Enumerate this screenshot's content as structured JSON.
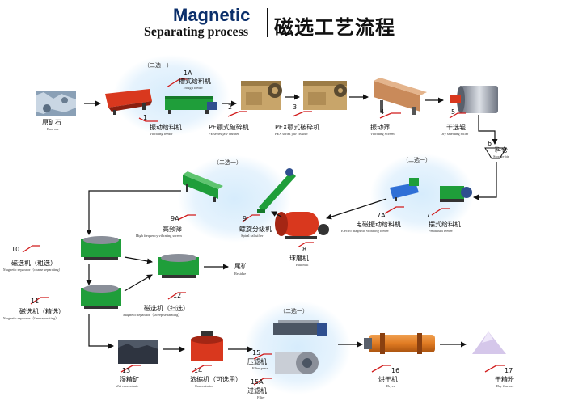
{
  "header": {
    "title_en_line1": "Magnetic",
    "title_en_line2": "Separating process",
    "title_cn": "磁选工艺流程"
  },
  "option_label": "（二选一）",
  "steps": {
    "raw_ore": {
      "cn": "原矿石",
      "en": "Raw ore"
    },
    "s1": {
      "num": "1",
      "cn": "振动给料机",
      "en": "Vibrating feeder"
    },
    "s1a": {
      "num": "1A",
      "cn": "槽式给料机",
      "en": "Trough feeder"
    },
    "s2": {
      "num": "2",
      "cn": "PE颚式破碎机",
      "en": "PE series jaw crusher"
    },
    "s3": {
      "num": "3",
      "cn": "PEX颚式破碎机",
      "en": "PEX series jaw crusher"
    },
    "s4": {
      "num": "4",
      "cn": "振动筛",
      "en": "Vibrating Screen"
    },
    "s5": {
      "num": "5",
      "cn": "干选辊",
      "en": "Dry selecting roller"
    },
    "s6": {
      "num": "6",
      "cn": "料仓",
      "en": "Storage bin"
    },
    "s7": {
      "num": "7",
      "cn": "摆式给料机",
      "en": "Pendulum feeder"
    },
    "s7a": {
      "num": "7A",
      "cn": "电磁振动给料机",
      "en": "Electro magnetic vibrating feeder"
    },
    "s8": {
      "num": "8",
      "cn": "球磨机",
      "en": "Ball mill"
    },
    "s9": {
      "num": "9",
      "cn": "螺旋分级机",
      "en": "Spiral calssifier"
    },
    "s9a": {
      "num": "9A",
      "cn": "高频筛",
      "en": "High frequency vibrating screen"
    },
    "s10": {
      "num": "10",
      "cn": "磁选机（粗选）",
      "en": "Magnetic separator（coarse separating）"
    },
    "s11": {
      "num": "11",
      "cn": "磁选机（精选）",
      "en": "Magnetic separator（fine separating）"
    },
    "s12": {
      "num": "12",
      "cn": "磁选机（扫选）",
      "en": "Magnetic separator（sweep separating）"
    },
    "residue": {
      "cn": "尾矿",
      "en": "Residue"
    },
    "s13": {
      "num": "13",
      "cn": "湿精矿",
      "en": "Wet concentrate"
    },
    "s14": {
      "num": "14",
      "cn": "浓缩机（可选用）",
      "en": "Concentrator"
    },
    "s15": {
      "num": "15",
      "cn": "压滤机",
      "en": "Filter press"
    },
    "s15a": {
      "num": "15A",
      "cn": "过滤机",
      "en": "Filter"
    },
    "s16": {
      "num": "16",
      "cn": "烘干机",
      "en": "Dryer"
    },
    "s17": {
      "num": "17",
      "cn": "干精粉",
      "en": "Dry fine ore"
    }
  },
  "colors": {
    "title_blue": "#0b2f6b",
    "halo_blue": "#cfe6fb",
    "arrow": "#111111",
    "marker_red": "#d11b1b",
    "machine_green": "#1f9e3a",
    "machine_red": "#d9381e",
    "jaw_gold": "#c8a56a",
    "dryer_orange": "#e07a22",
    "roller_grey": "#8a8f99"
  }
}
